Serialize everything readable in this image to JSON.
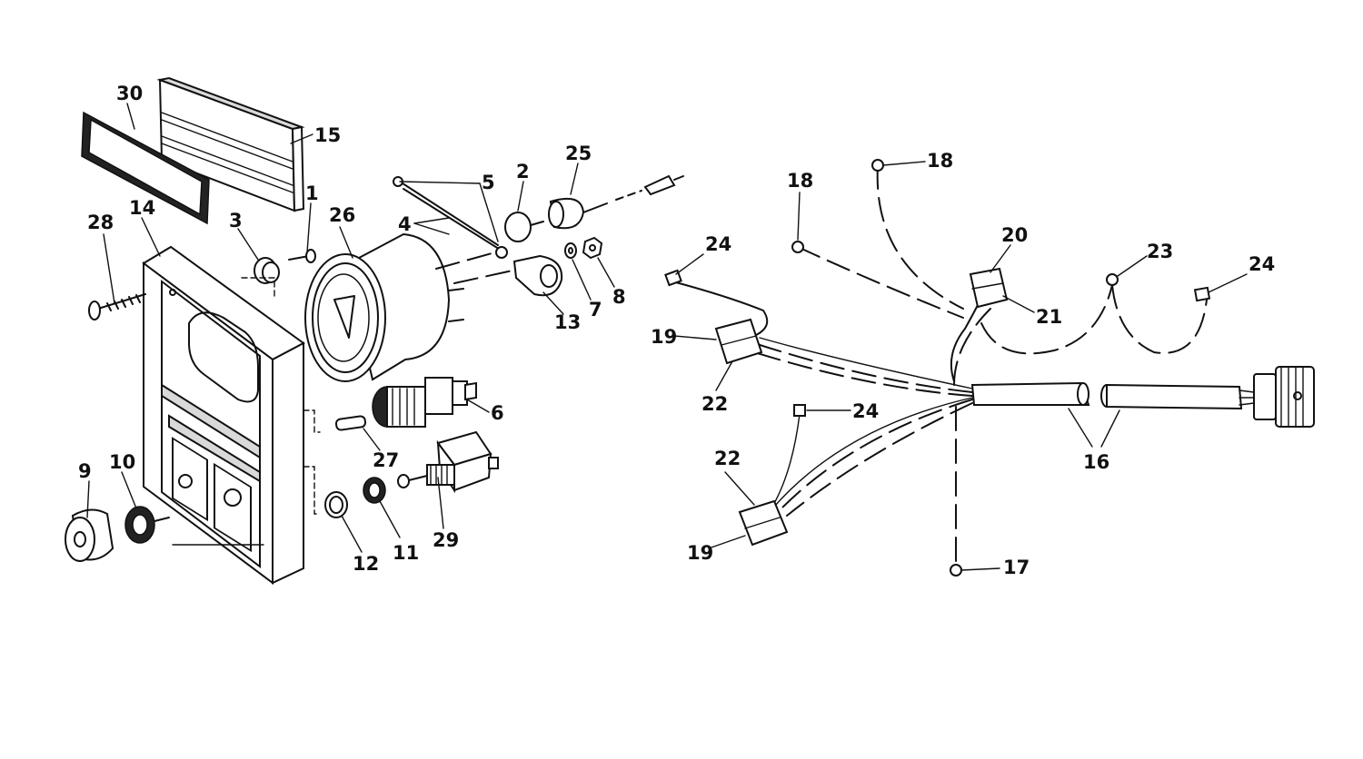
{
  "labels": {
    "p1": "1",
    "p2": "2",
    "p3": "3",
    "p4": "4",
    "p5": "5",
    "p6": "6",
    "p7": "7",
    "p8": "8",
    "p9": "9",
    "p10": "10",
    "p11": "11",
    "p12": "12",
    "p13": "13",
    "p14": "14",
    "p15": "15",
    "p16": "16",
    "p17": "17",
    "p18a": "18",
    "p18b": "18",
    "p19a": "19",
    "p19b": "19",
    "p20": "20",
    "p21": "21",
    "p22a": "22",
    "p22b": "22",
    "p23": "23",
    "p24a": "24",
    "p24b": "24",
    "p24c": "24",
    "p25": "25",
    "p26": "26",
    "p27": "27",
    "p28": "28",
    "p29": "29",
    "p30": "30"
  }
}
